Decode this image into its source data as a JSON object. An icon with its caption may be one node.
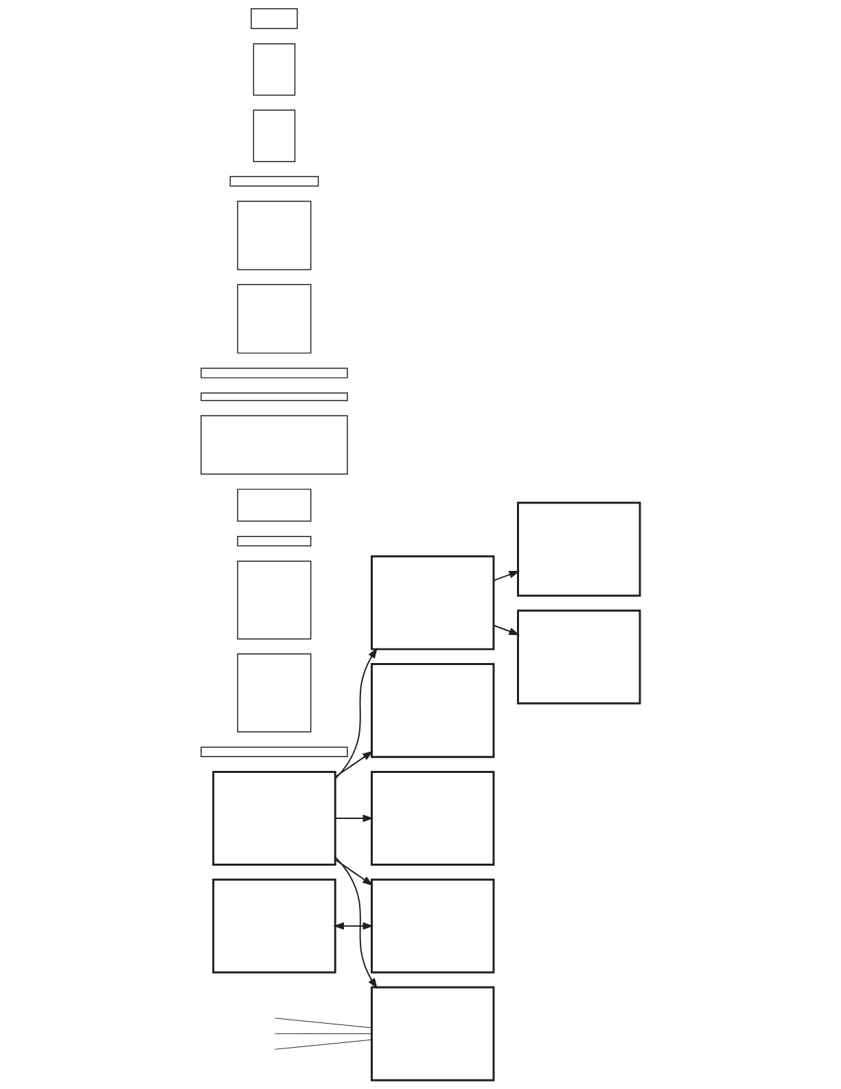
{
  "diagram": {
    "nodes": [
      {
        "text": [],
        "shape": "box"
      },
      {
        "text": [],
        "shape": "box"
      },
      {
        "text": [],
        "shape": "box"
      },
      {
        "text": [],
        "shape": "box"
      },
      {
        "text": [],
        "shape": "box"
      },
      {
        "text": [],
        "shape": "box"
      },
      {
        "text": [],
        "shape": "box"
      },
      {
        "text": [],
        "shape": "box"
      },
      {
        "text": [],
        "shape": "box"
      },
      {
        "text": [],
        "shape": "box"
      },
      {
        "text": [],
        "shape": "box"
      },
      {
        "text": [],
        "shape": "box"
      },
      {
        "text": [],
        "shape": "box"
      },
      {
        "text": [],
        "shape": "box"
      },
      {
        "text": [],
        "shape": "box"
      },
      {
        "text": [],
        "shape": "box"
      },
      {
        "text": [],
        "shape": "box"
      },
      {
        "text": [],
        "shape": "box"
      },
      {
        "text": [],
        "shape": "box"
      },
      {
        "text": [],
        "shape": "box"
      },
      {
        "text": [],
        "shape": "box"
      },
      {
        "text": [],
        "shape": "box"
      },
      {
        "text": [],
        "shape": "box"
      }
    ],
    "edges": [
      {
        "from": 0,
        "to": 1,
        "arrow": "to"
      },
      {
        "from": 1,
        "to": 2,
        "arrow": "to"
      },
      {
        "from": 1,
        "to": 3,
        "arrow": "to"
      },
      {
        "from": 0,
        "to": 4,
        "arrow": "to"
      },
      {
        "from": 8,
        "to": 9,
        "arrow": "both"
      },
      {
        "from": 0,
        "to": 9,
        "arrow": "to"
      },
      {
        "from": 0,
        "to": 13,
        "arrow": "to"
      },
      {
        "from": 0,
        "to": 18,
        "arrow": "to"
      },
      {
        "from": null,
        "to": 13,
        "arrow": "none"
      },
      {
        "from": null,
        "to": 13,
        "arrow": "none"
      },
      {
        "from": null,
        "to": 13,
        "arrow": "none"
      }
    ]
  }
}
